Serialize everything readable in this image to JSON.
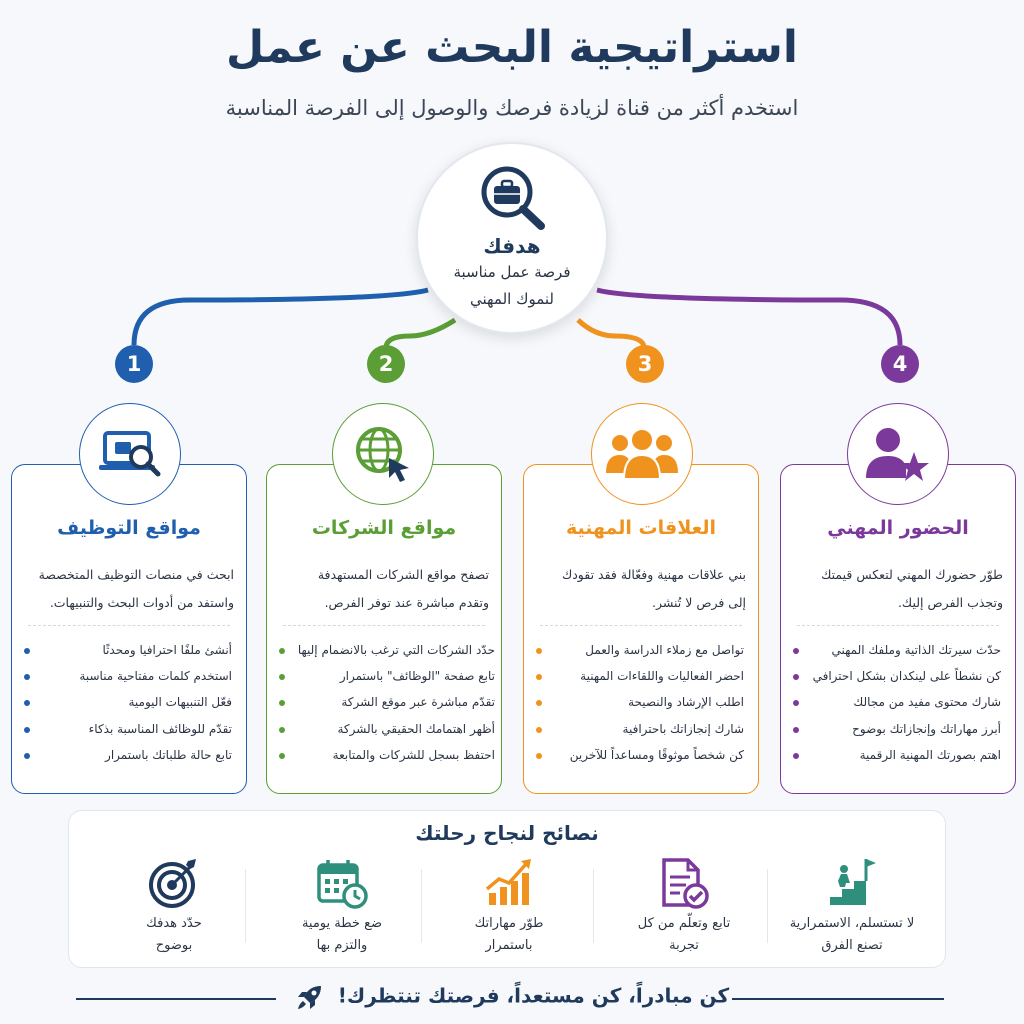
{
  "header": {
    "title": "استراتيجية البحث عن عمل",
    "subtitle": "استخدم أكثر من قناة لزيادة فرصك والوصول إلى الفرصة المناسبة"
  },
  "goal": {
    "icon": "briefcase-search-icon",
    "title": "هدفك",
    "line1": "فرصة عمل مناسبة",
    "line2": "لنموك المهني"
  },
  "colors": {
    "blue": "#1f5fae",
    "green": "#5a9e35",
    "orange": "#f0921e",
    "purple": "#7b3a9b",
    "navy": "#1f3a5c"
  },
  "cards": [
    {
      "number": "1",
      "icon": "laptop-search-icon",
      "title": "مواقع التوظيف",
      "desc": [
        "ابحث في منصات التوظيف المتخصصة",
        "واستفد من أدوات البحث والتنبيهات."
      ],
      "items": [
        "أنشئ ملفًا احترافيا ومحدثًا",
        "استخدم كلمات مفتاحية مناسبة",
        "فعّل التنبيهات اليومية",
        "تقدّم للوظائف المناسبة بذكاء",
        "تابع حالة طلباتك باستمرار"
      ]
    },
    {
      "number": "2",
      "icon": "globe-cursor-icon",
      "title": "مواقع الشركات",
      "desc": [
        "تصفح مواقع الشركات المستهدفة",
        "وتقدم مباشرة عند توفر الفرص."
      ],
      "items": [
        "حدّد الشركات التي ترغب بالانضمام إليها",
        "تابع صفحة \"الوظائف\" باستمرار",
        "تقدّم مباشرة عبر موقع الشركة",
        "أظهر اهتمامك الحقيقي بالشركة",
        "احتفظ بسجل للشركات والمتابعة"
      ]
    },
    {
      "number": "3",
      "icon": "people-group-icon",
      "title": "العلاقات المهنية",
      "desc": [
        "بني علاقات مهنية وفعّالة فقد تقودك",
        "إلى فرص لا تُنشر."
      ],
      "items": [
        "تواصل مع زملاء الدراسة والعمل",
        "احضر الفعاليات واللقاءات المهنية",
        "اطلب الإرشاد والنصيحة",
        "شارك إنجازاتك باحترافية",
        "كن شخصاً موثوقًا ومساعداً للآخرين"
      ]
    },
    {
      "number": "4",
      "icon": "person-star-icon",
      "title": "الحضور المهني",
      "desc": [
        "طوّر حضورك المهني لتعكس قيمتك",
        "وتجذب الفرص إليك."
      ],
      "items": [
        "حدّث سيرتك الذاتية وملفك المهني",
        "كن نشطاً على لينكدان بشكل احترافي",
        "شارك محتوى مفيد من مجالك",
        "أبرز مهاراتك وإنجازاتك بوضوح",
        "اهتم بصورتك المهنية الرقمية"
      ]
    }
  ],
  "tips": {
    "title": "نصائح لنجاح رحلتك",
    "items": [
      {
        "icon": "target-arrow-icon",
        "line1": "حدّد هدفك",
        "line2": "بوضوح"
      },
      {
        "icon": "calendar-clock-icon",
        "line1": "ضع خطة يومية",
        "line2": "والتزم بها"
      },
      {
        "icon": "growth-chart-icon",
        "line1": "طوّر مهاراتك",
        "line2": "باستمرار"
      },
      {
        "icon": "document-check-icon",
        "line1": "تابع وتعلّم من كل",
        "line2": "تجربة"
      },
      {
        "icon": "stairs-flag-icon",
        "line1": "لا تستسلم، الاستمرارية",
        "line2": "تصنع الفرق"
      }
    ]
  },
  "footer": {
    "icon": "rocket-icon",
    "text": "كن مبادراً، كن مستعداً، فرصتك تنتظرك!"
  }
}
